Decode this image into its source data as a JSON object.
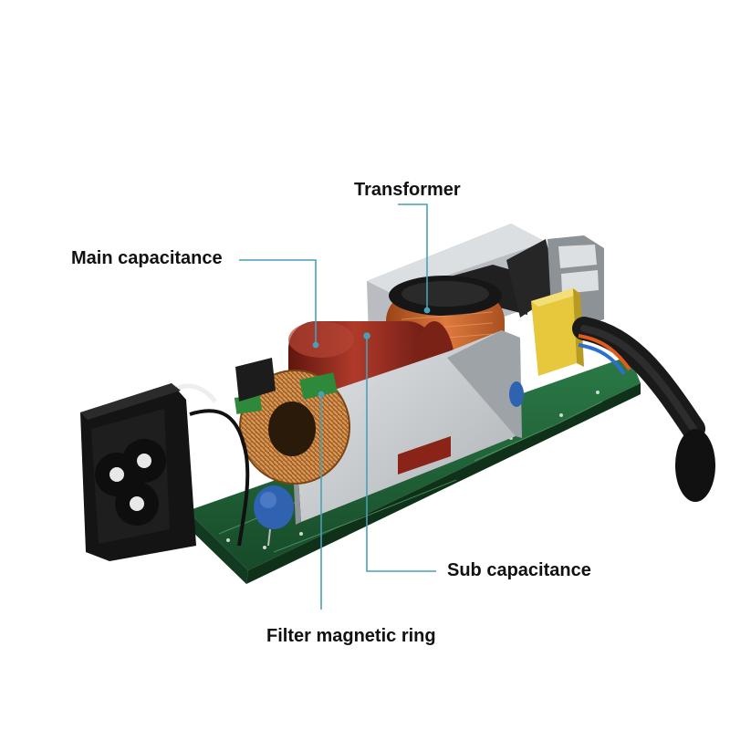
{
  "labels": {
    "transformer": "Transformer",
    "main_capacitance": "Main capacitance",
    "sub_capacitance": "Sub capacitance",
    "filter_magnetic_ring": "Filter magnetic ring"
  },
  "colors": {
    "background": "#ffffff",
    "leader_line": "#4a9fb8",
    "pcb_green": "#1f5f35",
    "shield_gray": "#c9cccf",
    "transformer_orange": "#c8602a",
    "capacitor_red": "#8e2a1e",
    "copper_coil": "#b8732e",
    "y_capacitor_blue": "#2f62b0",
    "inlet_black": "#141414",
    "x_capacitor_yellow": "#e6c63a"
  }
}
